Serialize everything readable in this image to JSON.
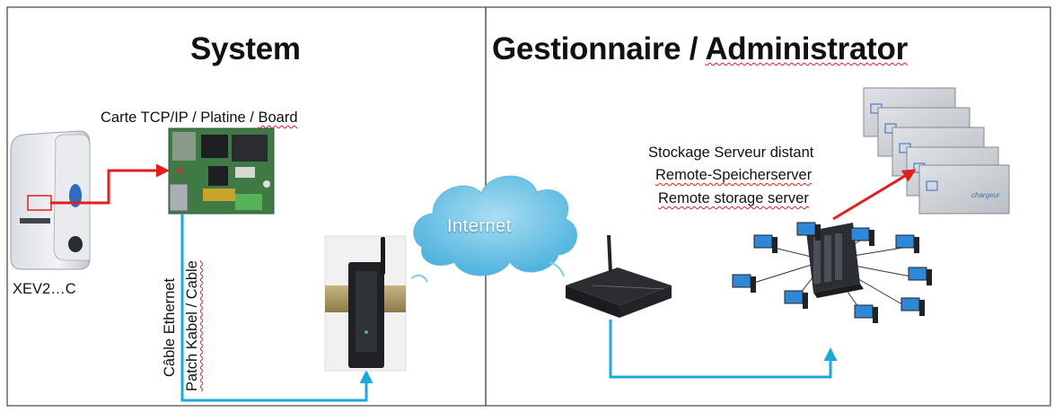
{
  "left_panel": {
    "title": "System",
    "board_label_main": "Carte TCP/IP / Platine / ",
    "board_label_underlined": "Board",
    "device_label": "XEV2…C",
    "cable_line1": "Câble Ethernet",
    "cable_line2": "Patch Kabel / Cable"
  },
  "right_panel": {
    "title_main": "Gestionnaire / ",
    "title_underlined": "Administrator",
    "storage_line1": "Stockage Serveur distant",
    "storage_line2": "Remote-Speicherserver",
    "storage_line3": "Remote storage server"
  },
  "cloud": {
    "label": "Internet"
  },
  "card_brand": "chargeur",
  "colors": {
    "frame": "#444444",
    "red_connector": "#e02020",
    "cyan_connector": "#1ea8d8",
    "cloud_fill": "#7ecbea",
    "pcb_green": "#3f7a44"
  }
}
